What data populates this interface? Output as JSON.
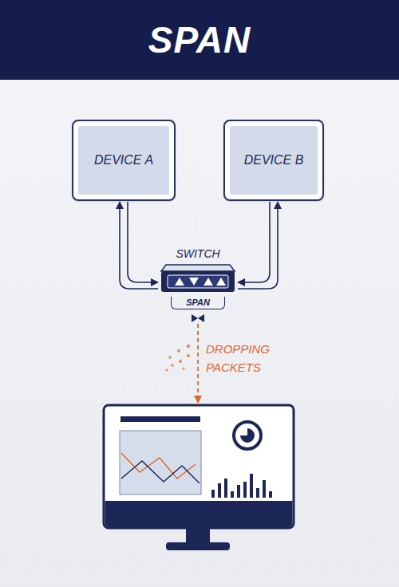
{
  "diagram": {
    "title": "SPAN",
    "nodes": [
      {
        "text": [
          "DEVICE A"
        ]
      },
      {
        "text": [
          "DEVICE B"
        ]
      },
      {
        "text": [
          "SWITCH",
          "SPAN"
        ]
      }
    ],
    "edges": [
      {
        "from": 0,
        "to": 2,
        "arrow": "both"
      },
      {
        "from": 1,
        "to": 2,
        "arrow": "both"
      }
    ],
    "labels": [
      "DROPPING PACKETS"
    ]
  }
}
